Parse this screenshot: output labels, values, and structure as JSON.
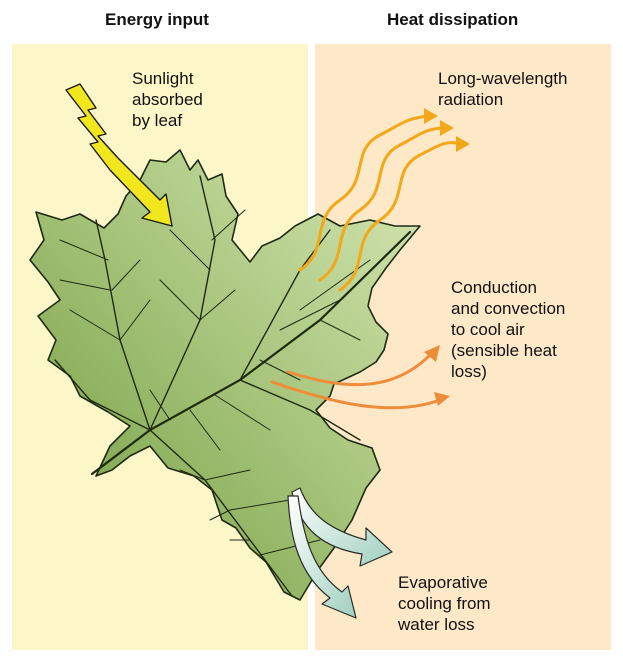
{
  "headings": {
    "energy_input": "Energy input",
    "heat_dissipation": "Heat dissipation"
  },
  "labels": {
    "sunlight": "Sunlight\nabsorbed\nby leaf",
    "long_wave": "Long-wavelength\nradiation",
    "conduction": "Conduction\nand convection\nto cool air\n(sensible heat\nloss)",
    "evaporative": "Evaporative\ncooling from\nwater loss"
  },
  "colors": {
    "energy_panel": "#fdf6c8",
    "dissipation_panel": "#fde8c8",
    "sunlight_arrow": "#f2e61e",
    "radiation_arrows": "#f2a818",
    "convection_arrows": "#ee8c3a",
    "evaporation_arrows": "#cfe6dc",
    "leaf": "#a8c47e"
  },
  "icons": {
    "sunlight": "lightning-arrow-icon",
    "radiation": "wavy-arrow-icon",
    "convection": "curved-arrow-icon",
    "evaporation": "fading-arrow-icon"
  }
}
